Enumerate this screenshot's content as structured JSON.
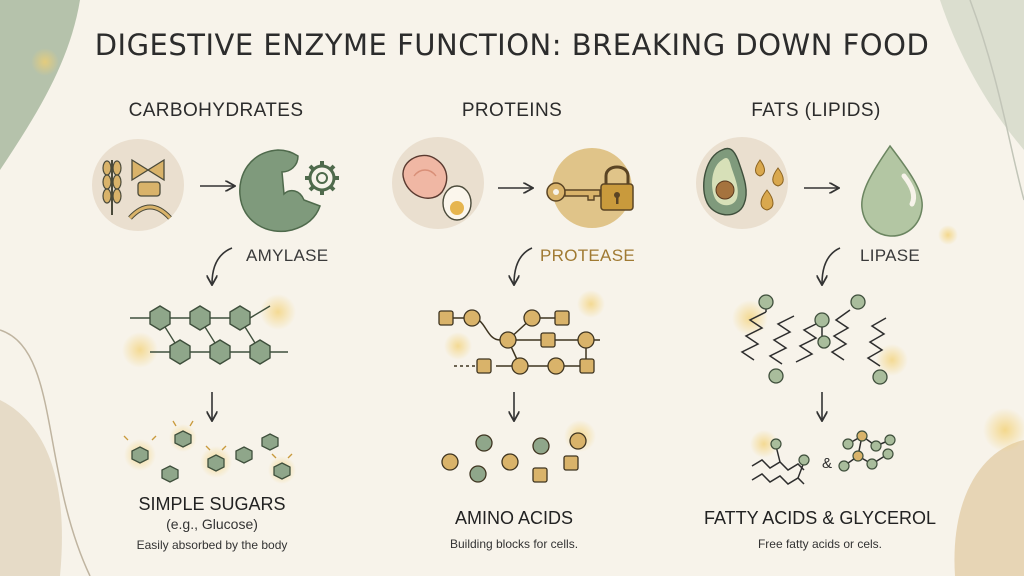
{
  "title": "DIGESTIVE ENZYME FUNCTION: BREAKING DOWN FOOD",
  "columns": [
    {
      "heading": "CARBOHYDRATES",
      "enzyme": "AMYLASE",
      "result": "SIMPLE SUGARS",
      "result_sub": "(e.g., Glucose)",
      "note": "Easily absorbed by the body"
    },
    {
      "heading": "PROTEINS",
      "enzyme": "PROTEASE",
      "result": "AMINO ACIDS",
      "note": "Building blocks for cells."
    },
    {
      "heading": "FATS (LIPIDS)",
      "enzyme": "LIPASE",
      "result": "FATTY ACIDS & GLYCEROL",
      "note": "Free fatty acids or cels.",
      "ampersand": "&"
    }
  ],
  "colors": {
    "sage": "#8fa68a",
    "sage_dark": "#5f7a5c",
    "gold": "#d9b36a",
    "gold_dark": "#b8893e",
    "circle_bg": "#eadfcf",
    "ink": "#2b2b2b",
    "protease_text": "#a07a32"
  },
  "icons": {
    "carb_food": "grain-and-pasta-icon",
    "carb_enzyme": "puzzle-gear-enzyme-icon",
    "protein_food": "meat-and-egg-icon",
    "protein_enzyme": "key-and-lock-icon",
    "fat_food": "avocado-and-drops-icon",
    "fat_enzyme": "oil-drop-icon"
  }
}
